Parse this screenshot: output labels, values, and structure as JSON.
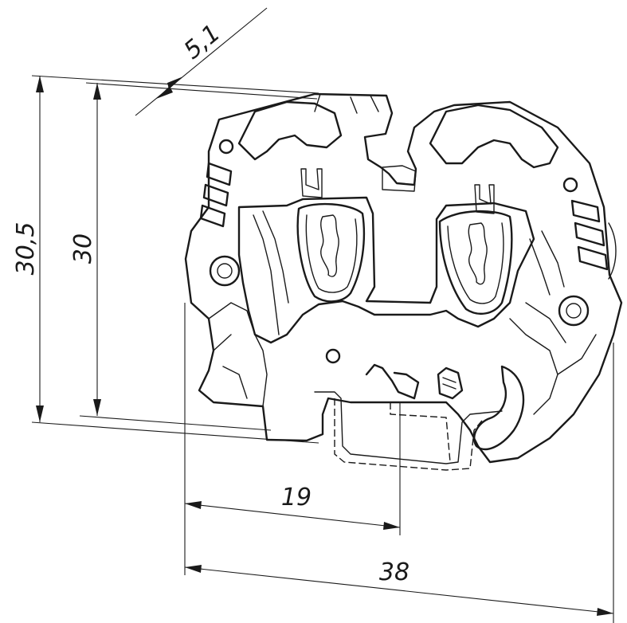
{
  "dimensions": {
    "overall_height": "30,5",
    "inner_height": "30",
    "top_offset": "5,1",
    "half_width": "19",
    "overall_width": "38"
  }
}
